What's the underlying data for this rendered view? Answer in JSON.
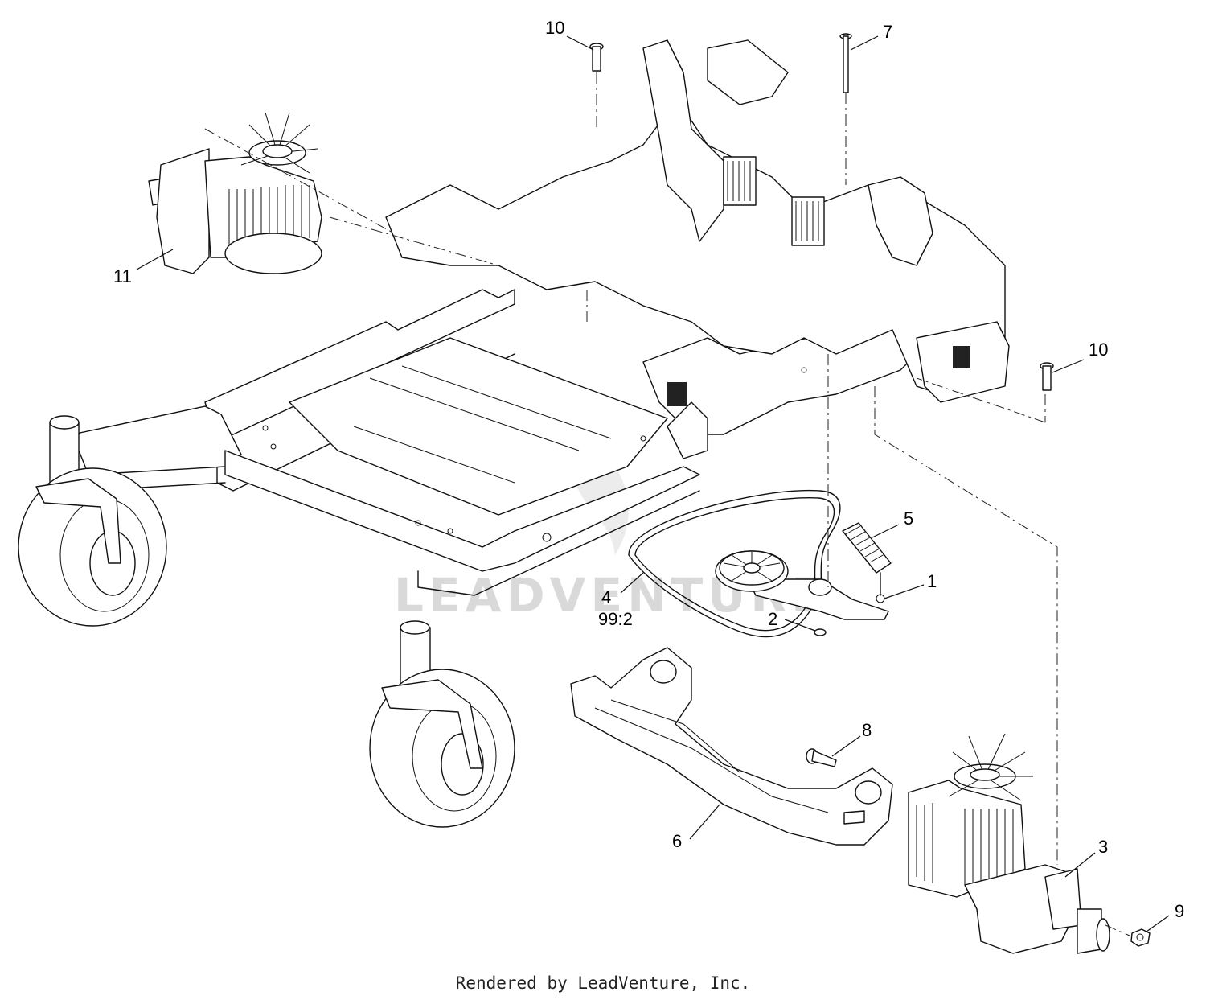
{
  "watermark": "LEADVENTURE",
  "callouts": [
    {
      "id": "10a",
      "text": "10"
    },
    {
      "id": "7",
      "text": "7"
    },
    {
      "id": "11",
      "text": "11"
    },
    {
      "id": "10b",
      "text": "10"
    },
    {
      "id": "5",
      "text": "5"
    },
    {
      "id": "1",
      "text": "1"
    },
    {
      "id": "4",
      "text": "4"
    },
    {
      "id": "4qty",
      "text": "99:2"
    },
    {
      "id": "2",
      "text": "2"
    },
    {
      "id": "8",
      "text": "8"
    },
    {
      "id": "6",
      "text": "6"
    },
    {
      "id": "3",
      "text": "3"
    },
    {
      "id": "9",
      "text": "9"
    }
  ],
  "footer": "Rendered by LeadVenture, Inc."
}
